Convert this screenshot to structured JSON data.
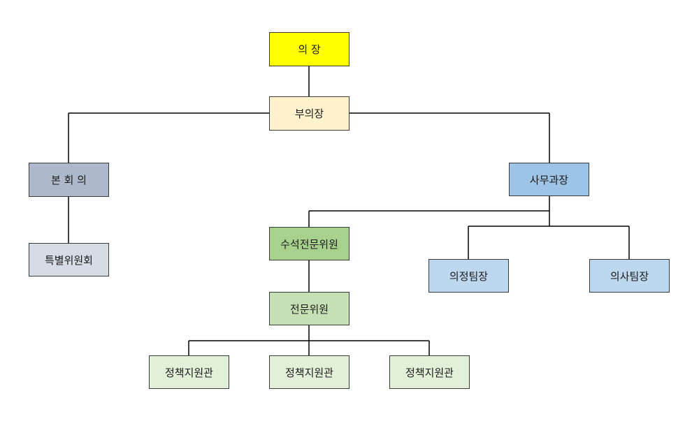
{
  "nodes": {
    "chair": "의 장",
    "vice_chair": "부의장",
    "plenary": "본 회 의",
    "special_committee": "특별위원회",
    "secretary_general": "사무과장",
    "chief_expert": "수석전문위원",
    "legislative_team_lead": "의정팀장",
    "agenda_team_lead": "의사팀장",
    "expert": "전문위원",
    "policy_officer_1": "정책지원관",
    "policy_officer_2": "정책지원관",
    "policy_officer_3": "정책지원관"
  },
  "colors": {
    "chair": "#ffff00",
    "vice_chair": "#fff2cc",
    "plenary": "#adb9ca",
    "special_committee": "#d6dce5",
    "secretary_general": "#9dc3e6",
    "team_lead": "#bdd7ee",
    "chief_expert": "#a9d18e",
    "expert": "#c5e0b4",
    "policy_officer": "#e2f0d9",
    "line": "#000000"
  }
}
